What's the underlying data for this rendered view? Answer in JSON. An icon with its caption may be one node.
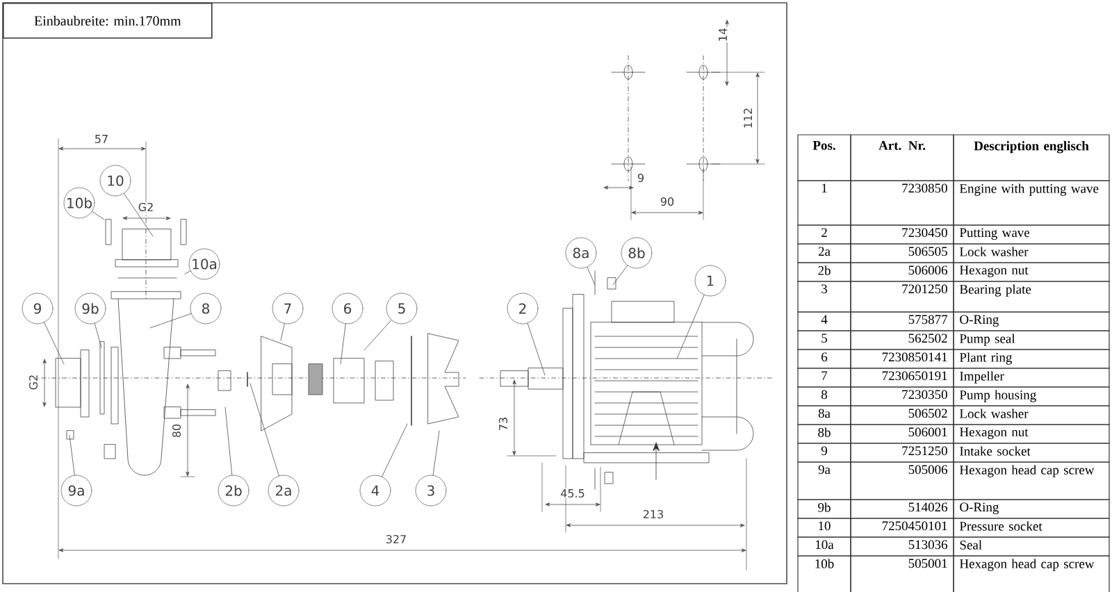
{
  "diagram": {
    "nodes": [
      {
        "text": [
          "Einbaubreite: min.170mm"
        ]
      },
      {
        "text": [
          "10"
        ]
      },
      {
        "text": [
          "10b"
        ]
      },
      {
        "text": [
          "8a"
        ]
      },
      {
        "text": [
          "8b"
        ]
      },
      {
        "text": [
          "10a"
        ]
      },
      {
        "text": [
          "1"
        ]
      },
      {
        "text": [
          "9"
        ]
      },
      {
        "text": [
          "9b"
        ]
      },
      {
        "text": [
          "8"
        ]
      },
      {
        "text": [
          "7"
        ]
      },
      {
        "text": [
          "6"
        ]
      },
      {
        "text": [
          "5"
        ]
      },
      {
        "text": [
          "2"
        ]
      },
      {
        "text": [
          "9a"
        ]
      },
      {
        "text": [
          "2b"
        ]
      },
      {
        "text": [
          "2a"
        ]
      },
      {
        "text": [
          "4"
        ]
      },
      {
        "text": [
          "3"
        ]
      }
    ],
    "edges": [
      {
        "from": 1,
        "to": null,
        "arrow": "none"
      },
      {
        "from": 2,
        "to": null,
        "arrow": "none"
      },
      {
        "from": 3,
        "to": null,
        "arrow": "none"
      },
      {
        "from": 4,
        "to": null,
        "arrow": "none"
      },
      {
        "from": 5,
        "to": null,
        "arrow": "none"
      },
      {
        "from": 6,
        "to": null,
        "arrow": "none"
      },
      {
        "from": 7,
        "to": null,
        "arrow": "none"
      },
      {
        "from": 8,
        "to": null,
        "arrow": "none"
      },
      {
        "from": 9,
        "to": null,
        "arrow": "none"
      },
      {
        "from": 10,
        "to": null,
        "arrow": "none"
      },
      {
        "from": 11,
        "to": null,
        "arrow": "none"
      },
      {
        "from": 12,
        "to": null,
        "arrow": "none"
      },
      {
        "from": 13,
        "to": null,
        "arrow": "none"
      },
      {
        "from": 14,
        "to": null,
        "arrow": "none"
      },
      {
        "from": 15,
        "to": null,
        "arrow": "none"
      },
      {
        "from": 16,
        "to": null,
        "arrow": "none"
      },
      {
        "from": 17,
        "to": null,
        "arrow": "none"
      },
      {
        "from": 18,
        "to": null,
        "arrow": "none"
      }
    ],
    "labels": [
      "57",
      "G2",
      "14",
      "112",
      "9",
      "90",
      "G2",
      "80",
      "73",
      "45.5",
      "213",
      "327",
      "Pos.",
      "Art. Nr.",
      "Description englisch",
      "1",
      "7230850",
      "Engine with putting wave",
      "2",
      "7230450",
      "Putting wave",
      "2a",
      "506505",
      "Lock washer",
      "2b",
      "506006",
      "Hexagon nut",
      "3",
      "7201250",
      "Bearing plate",
      "4",
      "575877",
      "O-Ring",
      "5",
      "562502",
      "Pump seal",
      "6",
      "7230850141",
      "Plant ring",
      "7",
      "7230650191",
      "Impeller",
      "8",
      "7230350",
      "Pump housing",
      "8a",
      "506502",
      "Lock washer",
      "8b",
      "506001",
      "Hexagon nut",
      "9",
      "7251250",
      "Intake socket",
      "9a",
      "505006",
      "Hexagon head cap screw",
      "9b",
      "514026",
      "O-Ring",
      "10",
      "7250450101",
      "Pressure socket",
      "10a",
      "513036",
      "Seal",
      "10b",
      "505001",
      "Hexagon head cap screw"
    ]
  }
}
